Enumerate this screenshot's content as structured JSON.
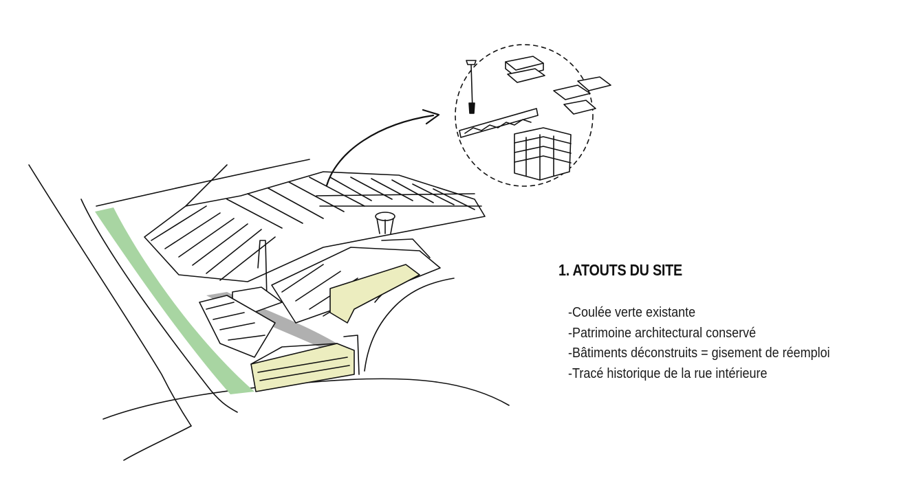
{
  "title": "1. ATOUTS DU SITE",
  "assets": [
    "-Coulée verte existante",
    "-Patrimoine architectural conservé",
    "-Bâtiments déconstruits = gisement de réemploi",
    "-Tracé historique de la rue intérieure"
  ],
  "colors": {
    "green_corridor": "#a8d5a2",
    "conserved_heritage": "#ecedbf",
    "interior_street": "#b0b0b0",
    "ink": "#111111",
    "background": "#ffffff"
  }
}
